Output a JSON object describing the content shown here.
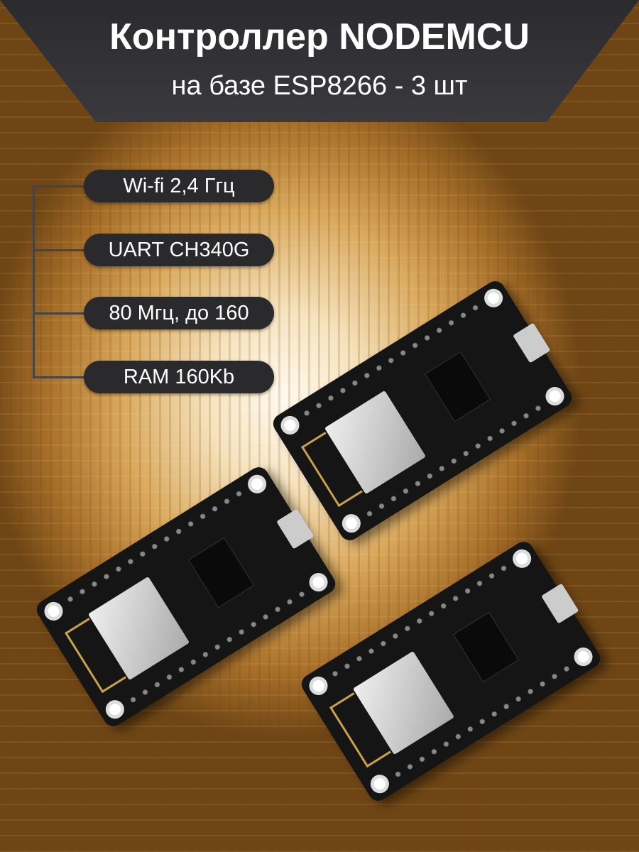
{
  "title": {
    "line1": "Контроллер NODEMCU",
    "line2": "на базе ESP8266 - 3 шт"
  },
  "features": [
    "Wi-fi 2,4 Ггц",
    "UART CH340G",
    "80 Мгц, до 160",
    "RAM 160Kb"
  ],
  "colors": {
    "banner": "#2b2b2e",
    "pill": "#2a2a2d",
    "text": "#ffffff"
  }
}
